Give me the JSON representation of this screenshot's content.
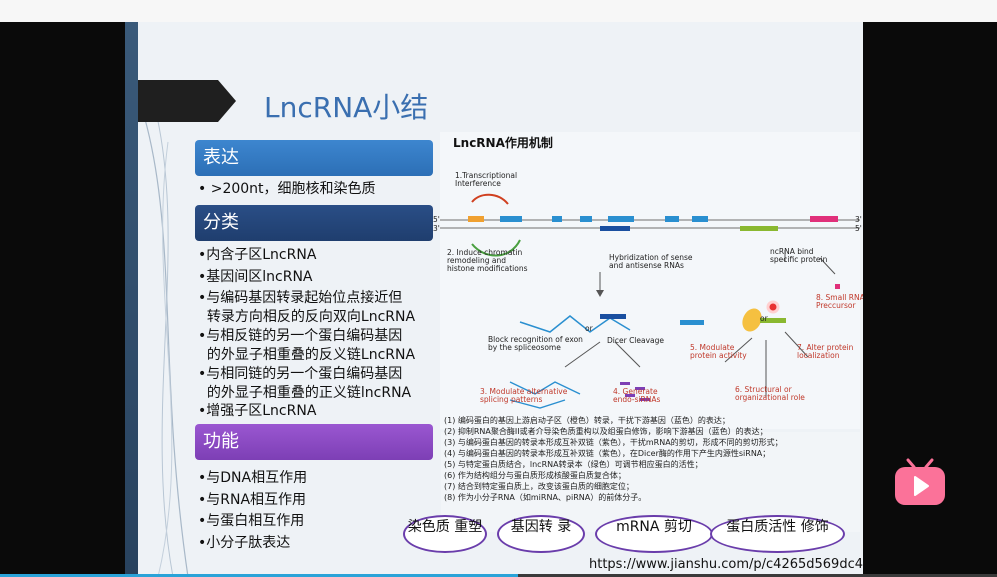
{
  "slide": {
    "title": "LncRNA小结",
    "sections": [
      {
        "header": "表达",
        "items": [
          "• >200nt，细胞核和染色质"
        ]
      },
      {
        "header": "分类",
        "items": [
          "•内含子区LncRNA",
          "•基因间区lncRNA",
          "•与编码基因转录起始位点接近但\n  转录方向相反的反向双向LncRNA",
          "•与相反链的另一个蛋白编码基因\n  的外显子相重叠的反义链LncRNA",
          "•与相同链的另一个蛋白编码基因\n  的外显子相重叠的正义链lncRNA",
          "•增强子区LncRNA"
        ]
      },
      {
        "header": "功能",
        "items": [
          "•与DNA相互作用",
          "•与RNA相互作用",
          "•与蛋白相互作用",
          "•小分子肽表达"
        ]
      }
    ],
    "diagram": {
      "title": "LncRNA作用机制",
      "labels": {
        "l1": "1.Transcriptional\nInterference",
        "l2": "2. Induce chromatin\nremodeling and\nhistone modifications",
        "hyb": "Hybridization of sense\nand antisense RNAs",
        "ncrna": "ncRNA bind\nspecific protein",
        "l8": "8. Small RNA\nPreccursor",
        "block": "Block recognition of exon\nby the spliceosome",
        "or1": "or",
        "or2": "or",
        "dicer": "Dicer Cleavage",
        "l5": "5. Modulate\nprotein activity",
        "l7": "7. Alter protein\nlocalization",
        "l3": "3. Modulate alternative\nsplicing patterns",
        "l4": "4. Generate\nendo-siRNAs",
        "l6": "6. Structural or\norganizational role",
        "p5a": "5'",
        "p3a": "3'",
        "p3b": "3'",
        "p5b": "5'"
      }
    },
    "notes": [
      "(1) 编码蛋白的基因上游启动子区（橙色）转录，干扰下游基因（蓝色）的表达；",
      "(2) 抑制RNA聚合酶II或者介导染色质重构以及组蛋白修饰，影响下游基因（蓝色）的表达；",
      "(3) 与编码蛋白基因的转录本形成互补双链（紫色），干扰mRNA的剪切，形成不同的剪切形式；",
      "(4) 与编码蛋白基因的转录本形成互补双链（紫色），在Dicer酶的作用下产生内源性siRNA；",
      "(5) 与特定蛋白质结合，lncRNA转录本（绿色）可调节相应蛋白的活性；",
      "(6) 作为结构组分与蛋白质形成核酸蛋白质复合体；",
      "(7) 结合到特定蛋白质上，改变该蛋白质的细胞定位；",
      "(8) 作为小分子RNA（如miRNA、piRNA）的前体分子。"
    ],
    "pills": [
      "染色质\n重塑",
      "基因转\n录",
      "mRNA\n剪切",
      "蛋白质活性\n修饰"
    ],
    "url": "https://www.jianshu.com/p/c4265d569dc4"
  },
  "player": {
    "icon": "bilibili-tv-icon",
    "progress": 0.52
  },
  "colors": {
    "accent_blue": "#2c6fb6",
    "dark_blue": "#1f3e6e",
    "purple": "#7d3fb5",
    "title_blue": "#3a6fb0",
    "bili_pink": "#fb7299"
  }
}
